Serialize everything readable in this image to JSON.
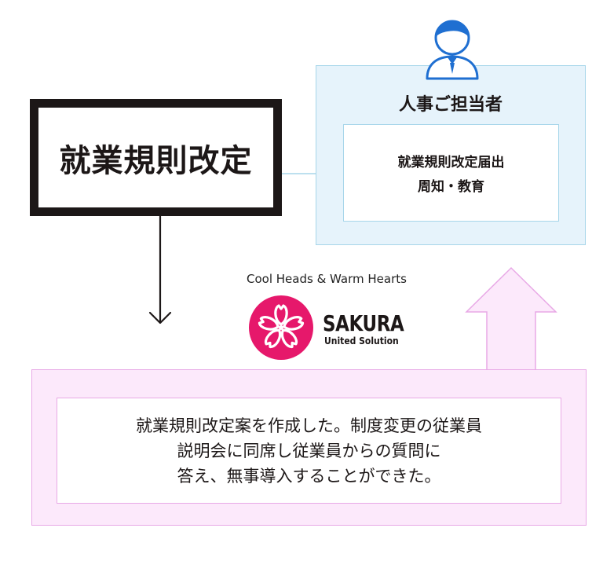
{
  "main_box": {
    "title": "就業規則改定"
  },
  "hr_panel": {
    "icon": "person-icon",
    "title": "人事ご担当者",
    "lines": [
      "就業規則改定届出",
      "周知・教育"
    ]
  },
  "brand": {
    "tagline": "Cool Heads & Warm Hearts",
    "logo_icon": "sakura-flower-icon",
    "name": "SAKURA",
    "subname": "United Solution"
  },
  "result_panel": {
    "lines": [
      "就業規則改定案を作成した。制度変更の従業員",
      "説明会に同席し従業員からの質問に",
      "答え、無事導入することができた。"
    ]
  },
  "colors": {
    "main_border": "#1c1717",
    "blue_fill": "#e6f3fb",
    "blue_border": "#a7d6ea",
    "pink_fill": "#fce9fb",
    "pink_border": "#e8a9e6",
    "brand_pink": "#e6186b",
    "icon_blue": "#1f6fd1"
  }
}
